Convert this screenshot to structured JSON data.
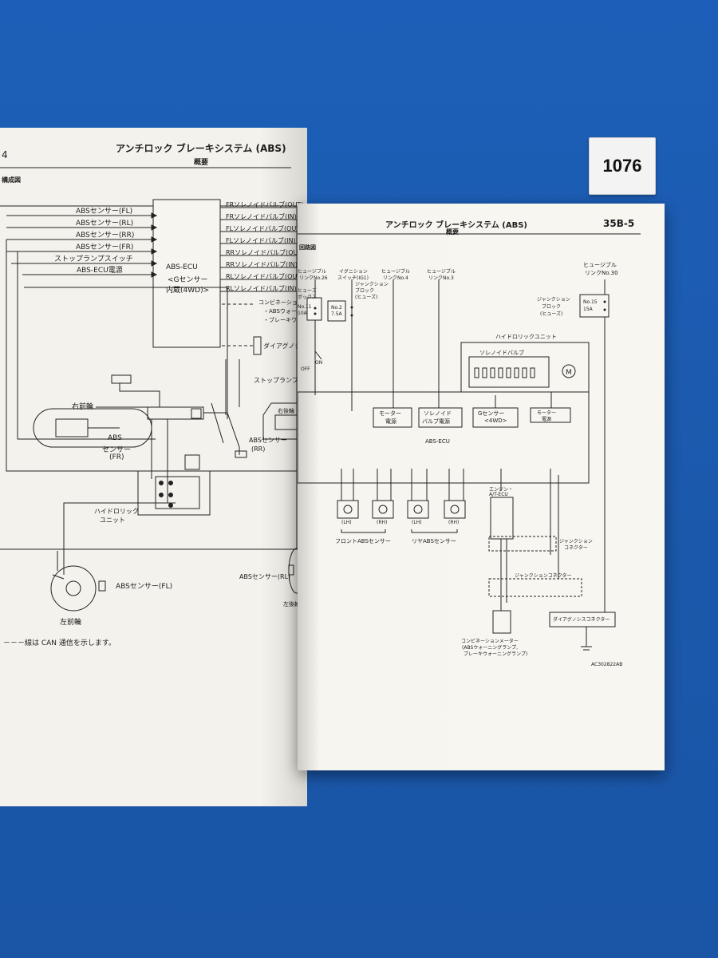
{
  "tag": {
    "number": "1076"
  },
  "left_page": {
    "title": "アンチロック ブレーキシステム (ABS)",
    "subtitle": "概要",
    "corner_char": "4",
    "section": "構成図",
    "inputs": [
      "ABSセンサー(FL)",
      "ABSセンサー(RL)",
      "ABSセンサー(RR)",
      "ABSセンサー(FR)",
      "ストップランプスイッチ",
      "ABS-ECU電源"
    ],
    "ecu_lines": [
      "ABS-ECU",
      "<Gセンサー",
      "内蔵(4WD)>"
    ],
    "outputs": [
      "FRソレノイドバルブ(OUT)",
      "FRソレノイドバルブ(IN)",
      "FLソレノイドバルブ(OUT)",
      "FLソレノイドバルブ(IN)",
      "RRソレノイドバルブ(OUT)",
      "RRソレノイドバルブ(IN)",
      "RLソレノイドバルブ(OUT)",
      "RLソレノイドバルブ(IN)"
    ],
    "can_outputs": [
      "コンビネーションメーター",
      "・ABSウォーニングランプ",
      "・ブレーキウォーニングランプ"
    ],
    "diag": "ダイアグノシスコネクター",
    "stop_switch": "ストップランプスイッチ",
    "front_right_wheel": "右前輪",
    "abs_sensor_fr": [
      "ABS",
      "センサー",
      "(FR)"
    ],
    "rear_right_wheel": "右後輪",
    "abs_sensor_rr": [
      "ABSセンサー",
      "(RR)"
    ],
    "hydraulic_unit": [
      "ハイドロリック",
      "ユニット"
    ],
    "abs_sensor_fl": "ABSセンサー(FL)",
    "front_left_wheel": "左前輪",
    "abs_sensor_rl": "ABSセンサー(RL)",
    "rear_left_wheel": "左後輪",
    "footnote": "－－－線は CAN 通信を示します。"
  },
  "right_page": {
    "title": "アンチロック ブレーキシステム (ABS)",
    "subtitle": "概要",
    "page_number": "35B-5",
    "section": "回路図",
    "fusible_26": [
      "ヒュージブル",
      "リンクNo.26"
    ],
    "fuse_box": [
      "ヒューズ",
      "ボックス"
    ],
    "fuse_11": [
      "No.11",
      "10A"
    ],
    "ignition": [
      "イグニション",
      "スイッチ(IG1)"
    ],
    "jb_fuse": [
      "ジャンクション",
      "ブロック",
      "(ヒューズ)"
    ],
    "fuse_2": [
      "No.2",
      "7.5A"
    ],
    "fusible_4": [
      "ヒュージブル",
      "リンクNo.4"
    ],
    "fusible_3": [
      "ヒュージブル",
      "リンクNo.3"
    ],
    "fusible_30": [
      "ヒュージブル",
      "リンクNo.30"
    ],
    "jb_fuse_2": [
      "ジャンクション",
      "ブロック",
      "(ヒューズ)"
    ],
    "fuse_15": [
      "No.15",
      "15A"
    ],
    "hydraulic_unit": "ハイドロリックユニット",
    "solenoid_valve": "ソレノイドバルブ",
    "switch_off": "OFF",
    "switch_on": "ON",
    "ecu_boxes": [
      [
        "モーター",
        "電源"
      ],
      [
        "ソレノイド",
        "バルブ電源"
      ],
      [
        "Gセンサー",
        "<4WD>"
      ],
      [
        "モーター",
        "電源"
      ]
    ],
    "ecu_label": "ABS-ECU",
    "sensor_lh": "(LH)",
    "sensor_rh": "(RH)",
    "front_sensor": "フロントABSセンサー",
    "rear_sensor": "リヤABSセンサー",
    "engine_ecu": [
      "エンジン・",
      "A/T-ECU"
    ],
    "junction_connector_1": [
      "ジャンクション",
      "コネクター"
    ],
    "junction_connector_2": "ジャンクションコネクター",
    "diag_connector": "ダイアグノシスコネクター",
    "combi_meter": [
      "コンビネーションメーター",
      "(ABSウォーニングランプ,",
      "ブレーキウォーニングランプ)"
    ],
    "figure_code": "AC302822AB"
  },
  "colors": {
    "background": "#1b58ab",
    "paper": "#f7f5ef",
    "ink": "#1c1c1c"
  }
}
